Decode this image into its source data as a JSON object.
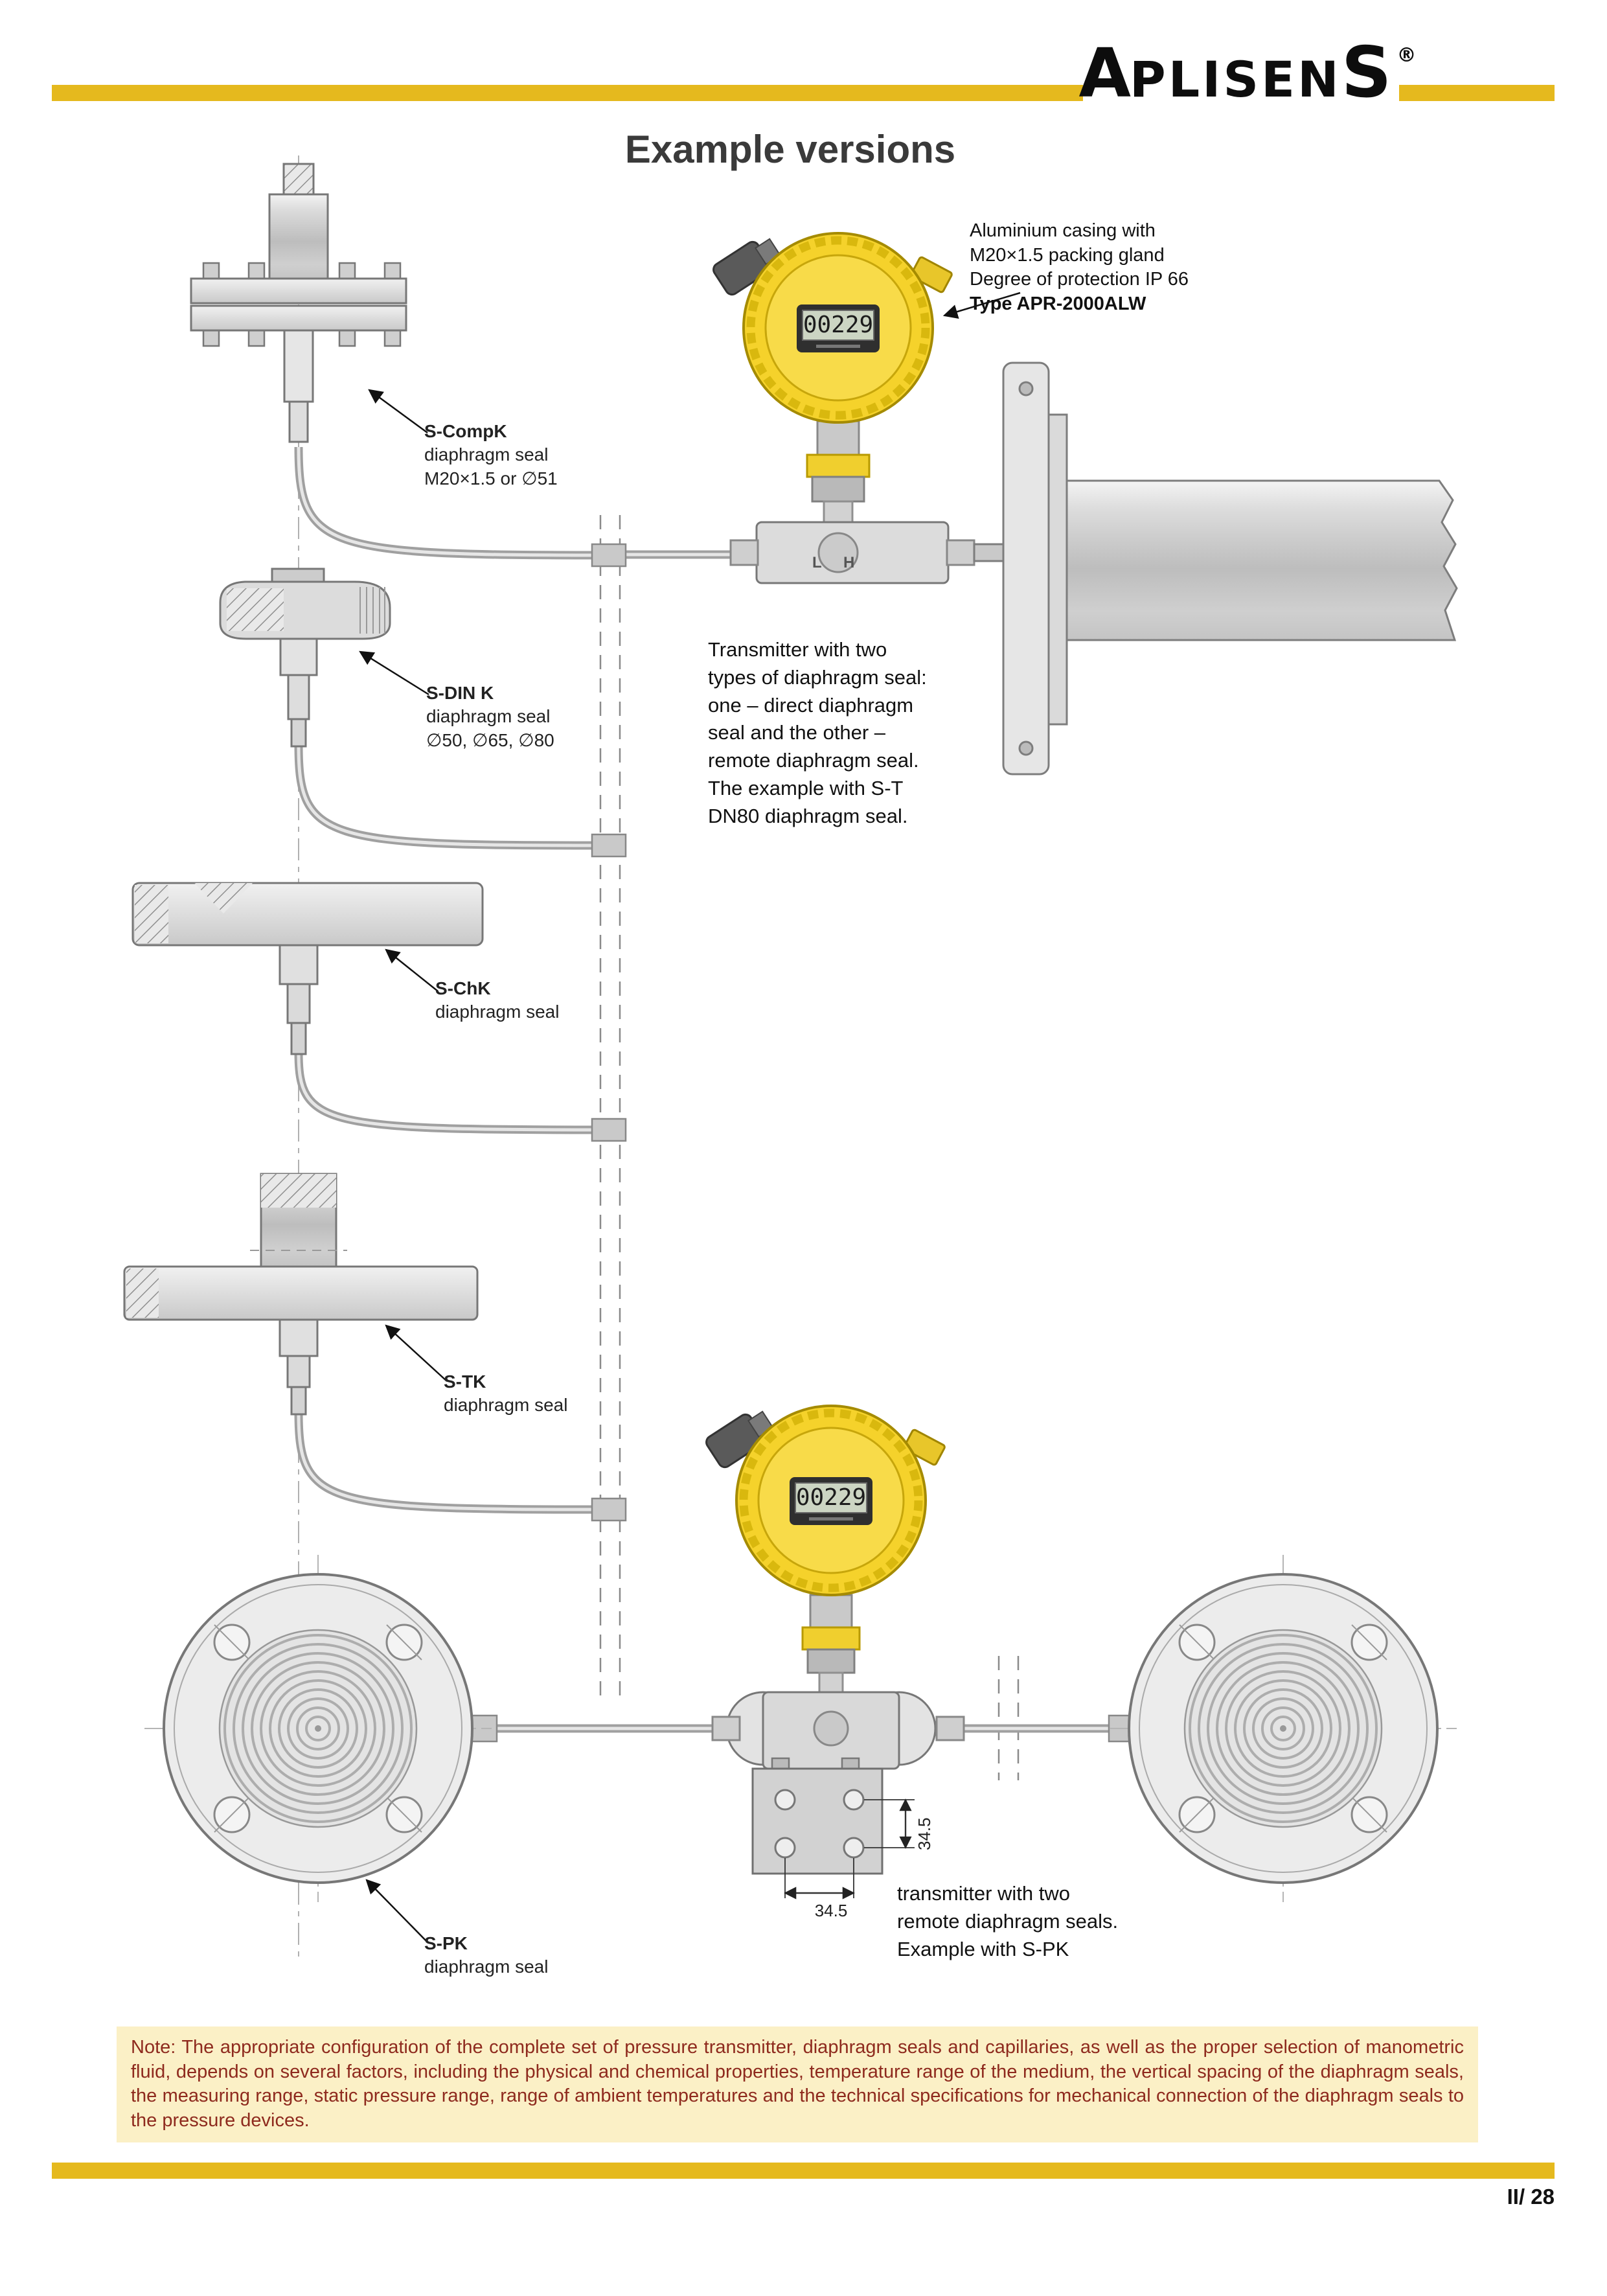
{
  "brand": {
    "first_letter": "A",
    "middle": "PLISEN",
    "last_letter": "S",
    "registered_mark": "®"
  },
  "page": {
    "title": "Example versions",
    "page_number": "II/ 28"
  },
  "colors": {
    "accent_yellow": "#E5B91E",
    "transmitter_yellow": "#F5D22B",
    "note_background": "#FBF0C6",
    "note_text": "#8e2a1e",
    "drawing_gray": "#8a8a8a"
  },
  "seal_labels": [
    {
      "name": "S-CompK",
      "desc": "diaphragm seal",
      "spec": "M20×1.5 or ∅51"
    },
    {
      "name": "S-DIN K",
      "desc": "diaphragm seal",
      "spec": "∅50, ∅65, ∅80"
    },
    {
      "name": "S-ChK",
      "desc": "diaphragm seal"
    },
    {
      "name": "S-TK",
      "desc": "diaphragm seal"
    },
    {
      "name": "S-PK",
      "desc": "diaphragm seal"
    }
  ],
  "casing_annotation": {
    "lines": [
      "Aluminium casing with",
      "M20×1.5 packing gland",
      "Degree of protection IP 66"
    ],
    "type_line": "Type APR-2000ALW"
  },
  "transmitter_note_lines": [
    "Transmitter with  two",
    "types of diaphragm seal:",
    "one – direct diaphragm",
    "seal and the other –",
    "remote diaphragm seal.",
    "The example with S-T",
    "DN80 diaphragm seal."
  ],
  "bottom_note_lines": [
    "transmitter with two",
    "remote diaphragm seals.",
    "Example with S-PK"
  ],
  "device": {
    "display_value": "00229",
    "port_left": "L",
    "port_right": "H"
  },
  "dimensions": {
    "bracket_vertical": "34.5",
    "bracket_horizontal": "34.5"
  },
  "footnote": "Note: The appropriate configuration of the complete set of pressure transmitter, diaphragm seals and capillaries, as well as the proper selection of manometric fluid, depends on several factors, including the physical and chemical properties, temperature range of the medium, the vertical spacing of the diaphragm seals, the measuring range, static pressure range, range of ambient temperatures and the technical specifications for mechanical connection of the diaphragm seals to the pressure devices."
}
